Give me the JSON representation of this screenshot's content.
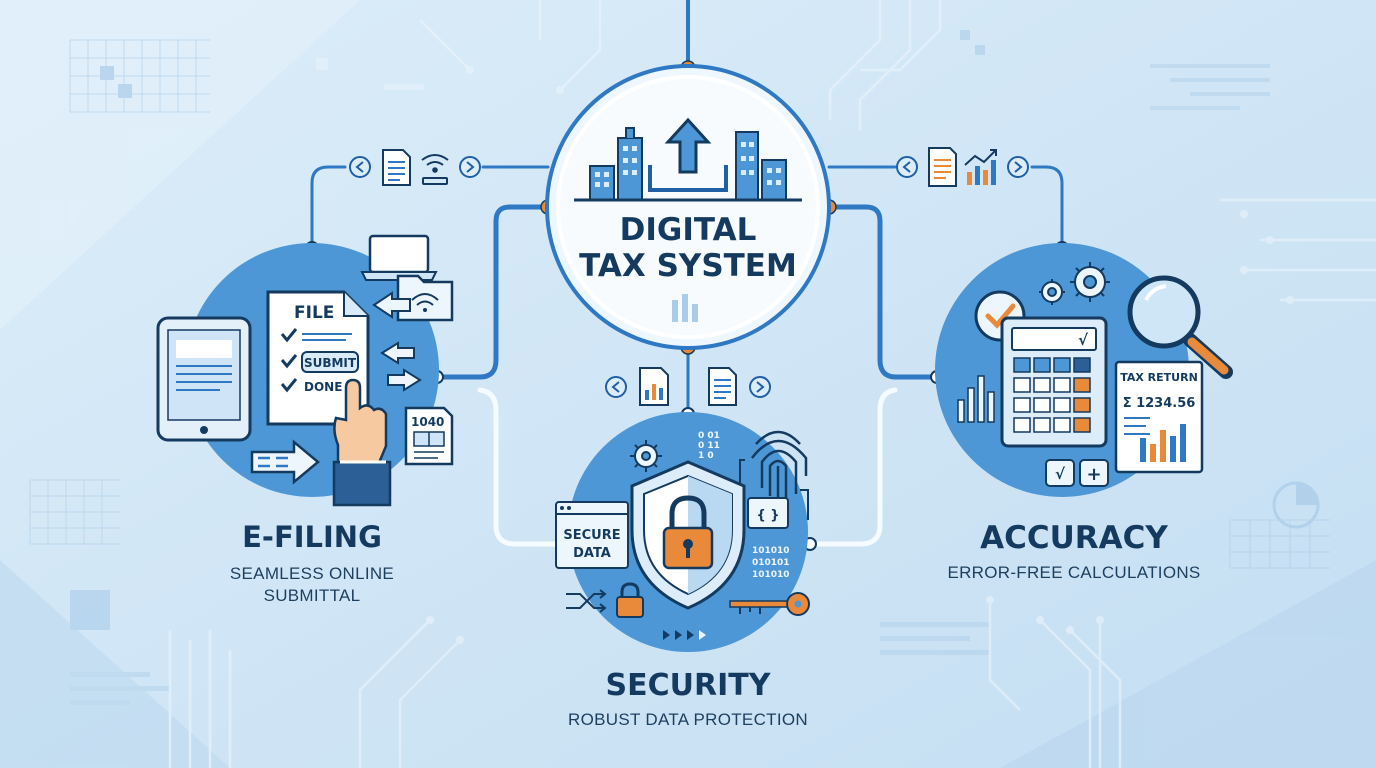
{
  "hub": {
    "title_line1": "DIGITAL",
    "title_line2": "TAX SYSTEM"
  },
  "efiling": {
    "title": "E-FILING",
    "subtitle_line1": "SEAMLESS ONLINE",
    "subtitle_line2": "SUBMITTAL",
    "doc_heading": "FILE",
    "doc_item_1": "SUBMIT",
    "doc_item_2": "DONE",
    "form_number": "1040"
  },
  "security": {
    "title": "SECURITY",
    "subtitle": "ROBUST DATA PROTECTION",
    "panel_line1": "SECURE",
    "panel_line2": "DATA",
    "binary_1": "0 01",
    "binary_2": "0 11",
    "binary_3": "1 0",
    "binary_4": "01010",
    "binary_5": "101010",
    "binary_6": "010101",
    "binary_7": "101010",
    "braces": "{ }"
  },
  "accuracy": {
    "title": "ACCURACY",
    "subtitle": "ERROR-FREE CALCULATIONS",
    "return_heading": "TAX RETURN",
    "return_value": "Σ 1234.56",
    "calc_symbol": "√",
    "key_sqrt": "√",
    "key_plus": "+"
  },
  "colors": {
    "background": "#cfe6f6",
    "circle_fill": "#4d97d6",
    "line": "#2f78c4",
    "accent_orange": "#e88a3a",
    "dark_navy": "#143a5f"
  }
}
